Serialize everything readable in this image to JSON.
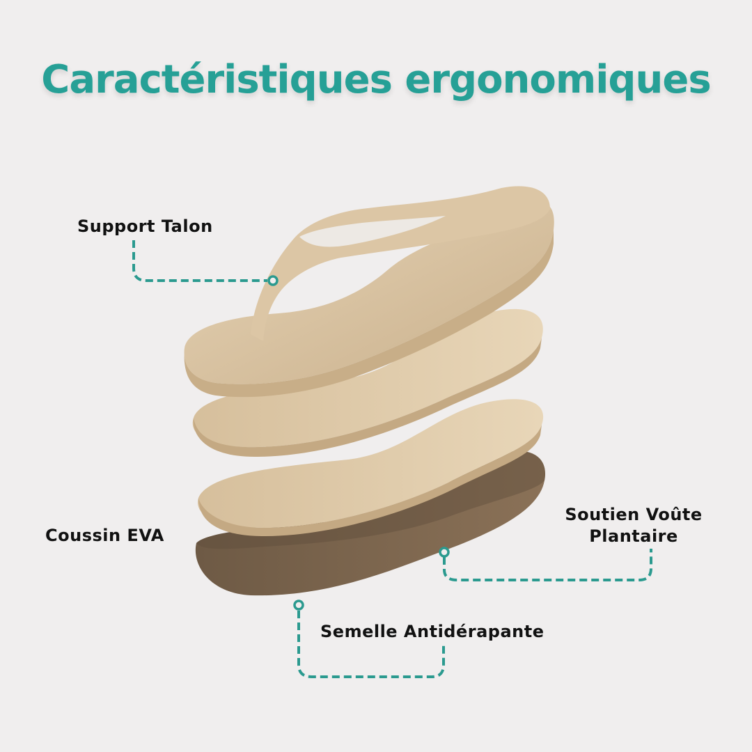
{
  "title": "Caractéristiques ergonomiques",
  "colors": {
    "accent": "#26a096",
    "background": "#f0eeee",
    "text": "#111111",
    "sandal": "#d9c3a2",
    "outsole": "#7a634c"
  },
  "labels": {
    "support_talon": "Support Talon",
    "coussin_eva": "Coussin EVA",
    "soutien_voute_line1": "Soutien Voûte",
    "soutien_voute_line2": "Plantaire",
    "semelle": "Semelle Antidérapante"
  },
  "image": {
    "subject": "exploded-view flip-flop sandal with layered soles"
  }
}
